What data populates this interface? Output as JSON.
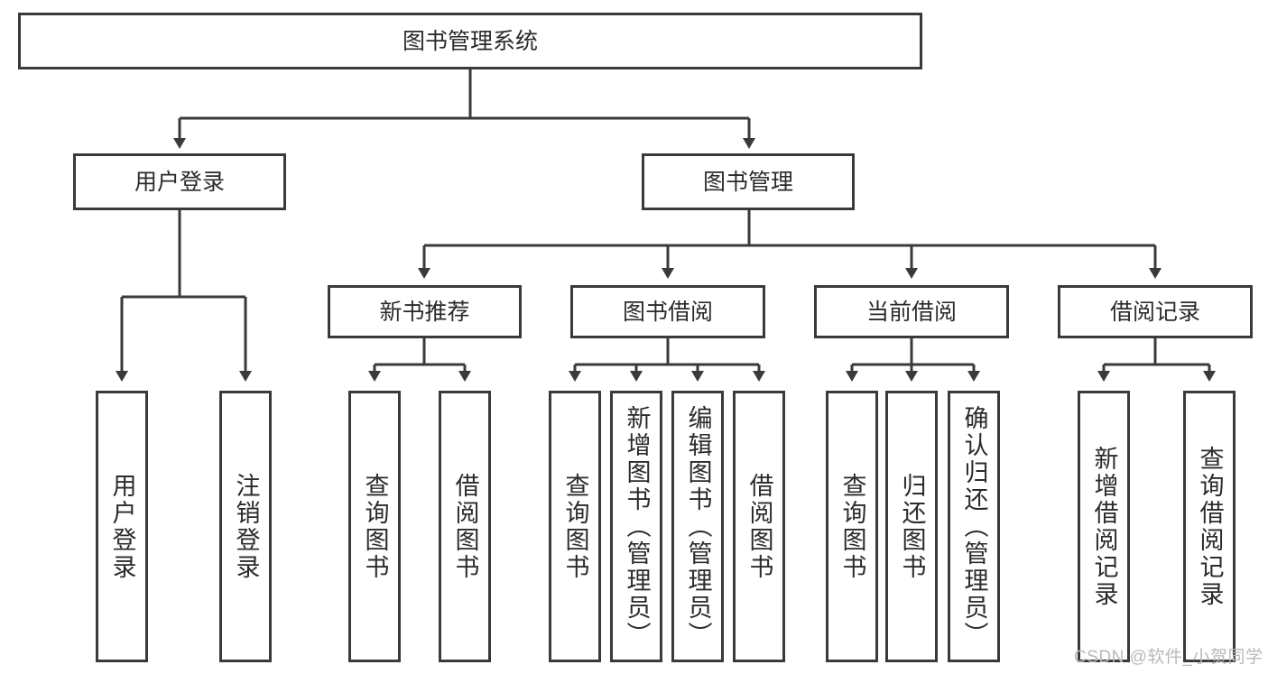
{
  "diagram": {
    "type": "tree-hierarchy-chart",
    "title_text": "图书管理系统",
    "stroke_color": "#3a3a3a",
    "background_color": "#ffffff",
    "root": {
      "label": "图书管理系统"
    },
    "level2": [
      {
        "label": "用户登录"
      },
      {
        "label": "图书管理"
      }
    ],
    "level3": [
      {
        "label": "新书推荐"
      },
      {
        "label": "图书借阅"
      },
      {
        "label": "当前借阅"
      },
      {
        "label": "借阅记录"
      }
    ],
    "leaves": {
      "user_login": [
        {
          "label": "用户登录"
        },
        {
          "label": "注销登录"
        }
      ],
      "new_book_recommend": [
        {
          "label": "查询图书"
        },
        {
          "label": "借阅图书"
        }
      ],
      "book_borrow": [
        {
          "label": "查询图书"
        },
        {
          "label": "新增图书（管理员）"
        },
        {
          "label": "编辑图书（管理员）"
        },
        {
          "label": "借阅图书"
        }
      ],
      "current_borrow": [
        {
          "label": "查询图书"
        },
        {
          "label": "归还图书"
        },
        {
          "label": "确认归还（管理员）"
        }
      ],
      "borrow_record": [
        {
          "label": "新增借阅记录"
        },
        {
          "label": "查询借阅记录"
        }
      ]
    }
  },
  "watermark": {
    "text": "CSDN @软件_小贺同学",
    "color": "#b9b9b9"
  }
}
